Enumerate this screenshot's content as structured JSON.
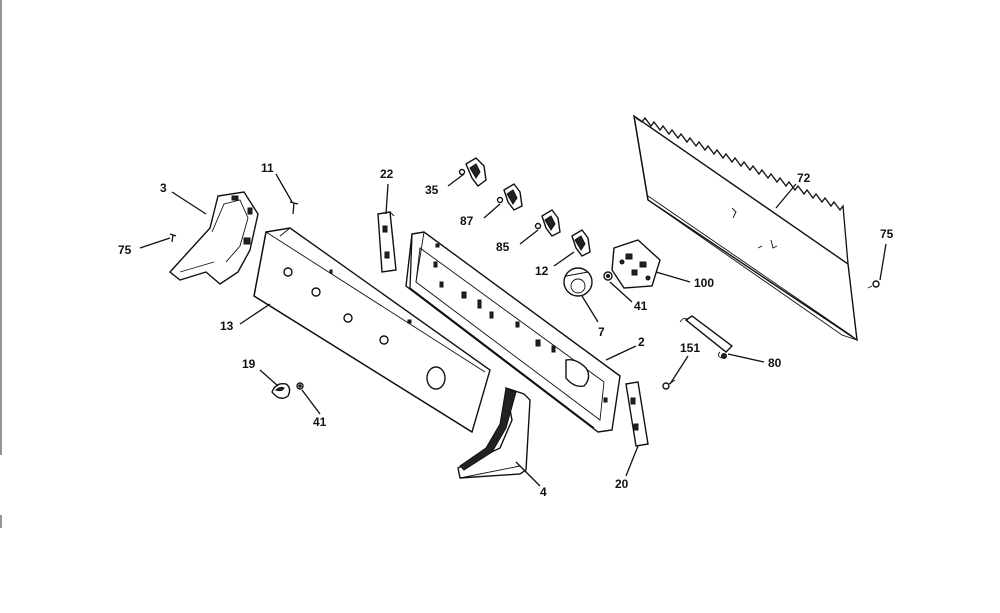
{
  "diagram": {
    "labels": [
      "3",
      "75",
      "11",
      "13",
      "22",
      "35",
      "87",
      "85",
      "12",
      "7",
      "41",
      "100",
      "72",
      "75",
      "151",
      "80",
      "2",
      "19",
      "41",
      "4",
      "20"
    ]
  }
}
